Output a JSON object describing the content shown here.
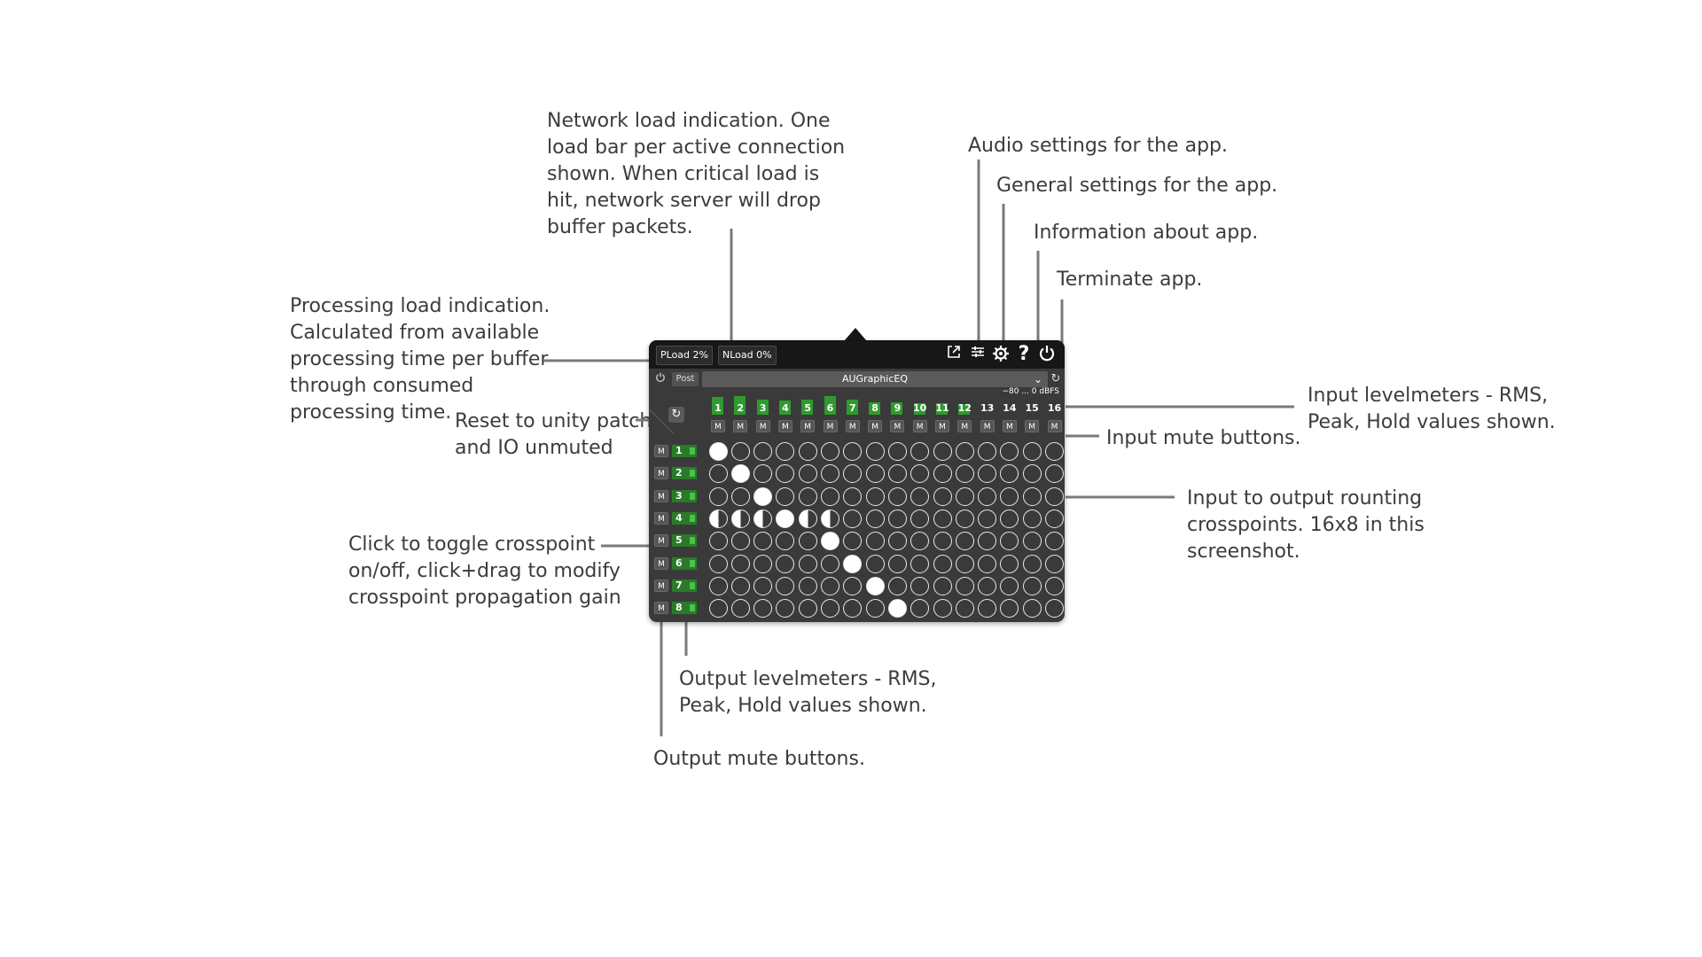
{
  "panel": {
    "pload": "PLoad 2%",
    "nload": "NLoad 0%",
    "post_label": "Post",
    "plugin_name": "AUGraphicEQ",
    "dbfs_range": "−80 ... 0 dBFS",
    "input_numbers": [
      "1",
      "2",
      "3",
      "4",
      "5",
      "6",
      "7",
      "8",
      "9",
      "10",
      "11",
      "12",
      "13",
      "14",
      "15",
      "16"
    ],
    "input_levels": [
      0.75,
      0.8,
      0.65,
      0.6,
      0.65,
      0.8,
      0.65,
      0.55,
      0.55,
      0.5,
      0.5,
      0.45,
      0,
      0,
      0,
      0
    ],
    "output_numbers": [
      "1",
      "2",
      "3",
      "4",
      "5",
      "6",
      "7",
      "8"
    ],
    "mute_label": "M",
    "crosspoints_on": [
      [
        0,
        0
      ],
      [
        1,
        1
      ],
      [
        2,
        2
      ],
      [
        4,
        5
      ],
      [
        5,
        6
      ],
      [
        6,
        7
      ],
      [
        7,
        8
      ]
    ],
    "crosspoints_partial": [
      [
        3,
        0
      ],
      [
        3,
        1
      ],
      [
        3,
        2
      ],
      [
        3,
        4
      ],
      [
        3,
        5
      ]
    ],
    "crosspoints_full_row3": [
      3
    ]
  },
  "annotations": {
    "network_load": "Network load indication. One\nload bar per active connection\nshown. When critical load is\nhit, network server will drop\nbuffer packets.",
    "audio_settings": "Audio settings for the app.",
    "general_settings": "General settings for the app.",
    "information": "Information about app.",
    "terminate": "Terminate app.",
    "processing_load": "Processing load indication.\nCalculated from available\nprocessing time per buffer\nthrough consumed\nprocessing time.",
    "reset": "Reset to unity patch\nand IO unmuted",
    "input_levelmeters": "Input levelmeters - RMS,\nPeak, Hold values shown.",
    "input_mute": "Input mute buttons.",
    "crosspoints": "Input to output rounting\ncrosspoints. 16x8 in this\nscreenshot.",
    "toggle_crosspoint": "Click to toggle crosspoint\non/off, click+drag to modify\ncrosspoint propagation gain",
    "output_levelmeters": "Output levelmeters - RMS,\nPeak, Hold values shown.",
    "output_mute": "Output mute buttons."
  }
}
